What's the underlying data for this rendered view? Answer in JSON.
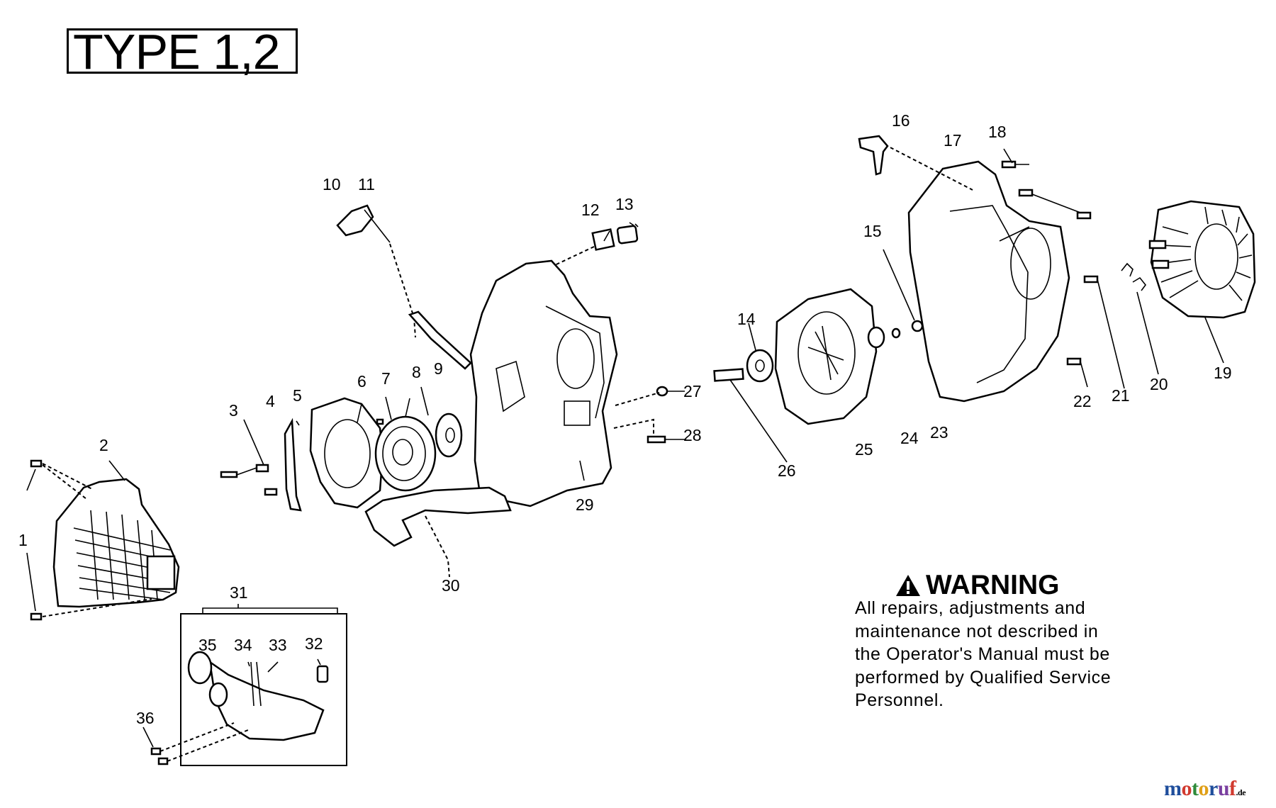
{
  "title": "TYPE 1,2",
  "callouts": [
    "1",
    "2",
    "3",
    "4",
    "5",
    "6",
    "7",
    "8",
    "9",
    "10",
    "11",
    "12",
    "13",
    "14",
    "15",
    "16",
    "17",
    "18",
    "19",
    "20",
    "21",
    "22",
    "23",
    "24",
    "25",
    "26",
    "27",
    "28",
    "29",
    "30",
    "31",
    "32",
    "33",
    "34",
    "35",
    "36"
  ],
  "warning": {
    "heading": "WARNING",
    "lines": [
      "All repairs, adjustments and",
      "maintenance not described in",
      "the Operator's Manual must be",
      "performed by Qualified Service",
      "Personnel."
    ]
  },
  "watermark": {
    "brand": "motoruf",
    "suffix": ".de"
  },
  "colors": {
    "ink": "#000000",
    "paper": "#ffffff",
    "watermark": [
      "#1f4e9c",
      "#d13a2f",
      "#2e8b3a",
      "#e0a018",
      "#1f4e9c",
      "#7a3fa0",
      "#d13a2f"
    ]
  },
  "icons": [
    "warning-triangle-icon"
  ]
}
